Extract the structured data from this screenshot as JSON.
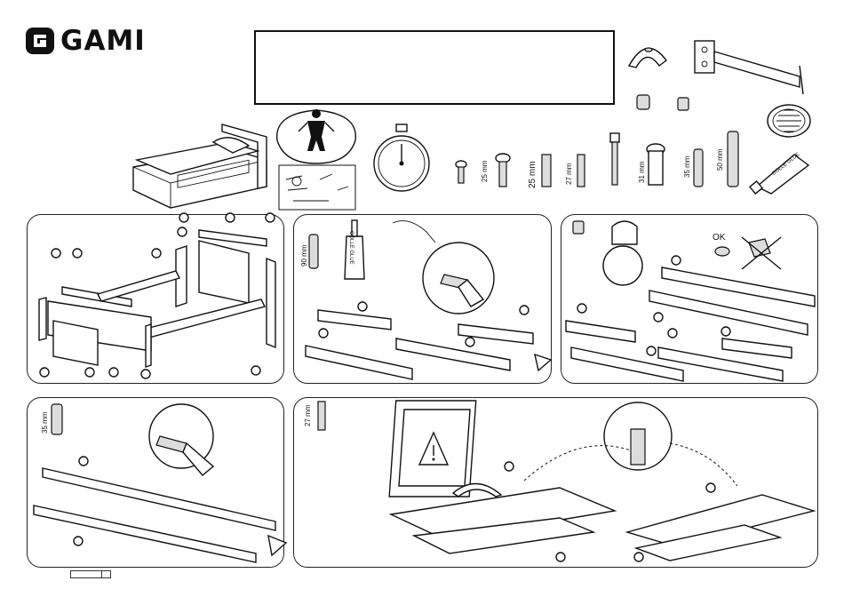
{
  "brand": {
    "name": "GAMI"
  },
  "hardware": {
    "len_25_a": "25 mm",
    "len_25_b": "25 mm",
    "len_27": "27 mm",
    "len_31": "31 mm",
    "len_35": "35 mm",
    "len_50": "50 mm",
    "glue_label": "COLLE GLUE"
  },
  "panel2": {
    "dowel_len": "90 mm",
    "glue_label": "COLLE GLUE"
  },
  "panel3": {
    "ok_label": "OK"
  },
  "panel4": {
    "len": "35 mm"
  },
  "panel5": {
    "len": "27 mm"
  }
}
